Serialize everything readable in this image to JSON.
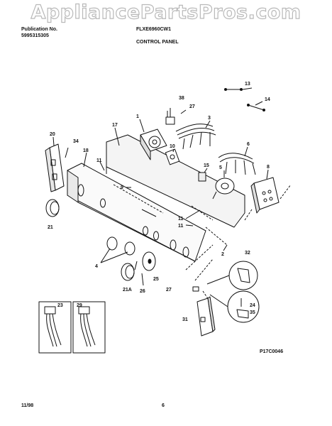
{
  "watermark": "AppliancePartsPros.com",
  "header": {
    "publication_label": "Publication No.",
    "publication_number": "5995315305",
    "model": "FLXE6960CW1",
    "section": "CONTROL PANEL"
  },
  "figure_code": "P17C0046",
  "footer": {
    "date": "11/98",
    "page": "6"
  },
  "callouts": [
    "13",
    "14",
    "38",
    "27",
    "1",
    "3",
    "17",
    "20",
    "34",
    "18",
    "11",
    "10",
    "6",
    "15",
    "5",
    "8",
    "9",
    "11",
    "11",
    "21",
    "4",
    "2",
    "32",
    "25",
    "26",
    "27",
    "21A",
    "23",
    "29",
    "31",
    "24",
    "35"
  ]
}
